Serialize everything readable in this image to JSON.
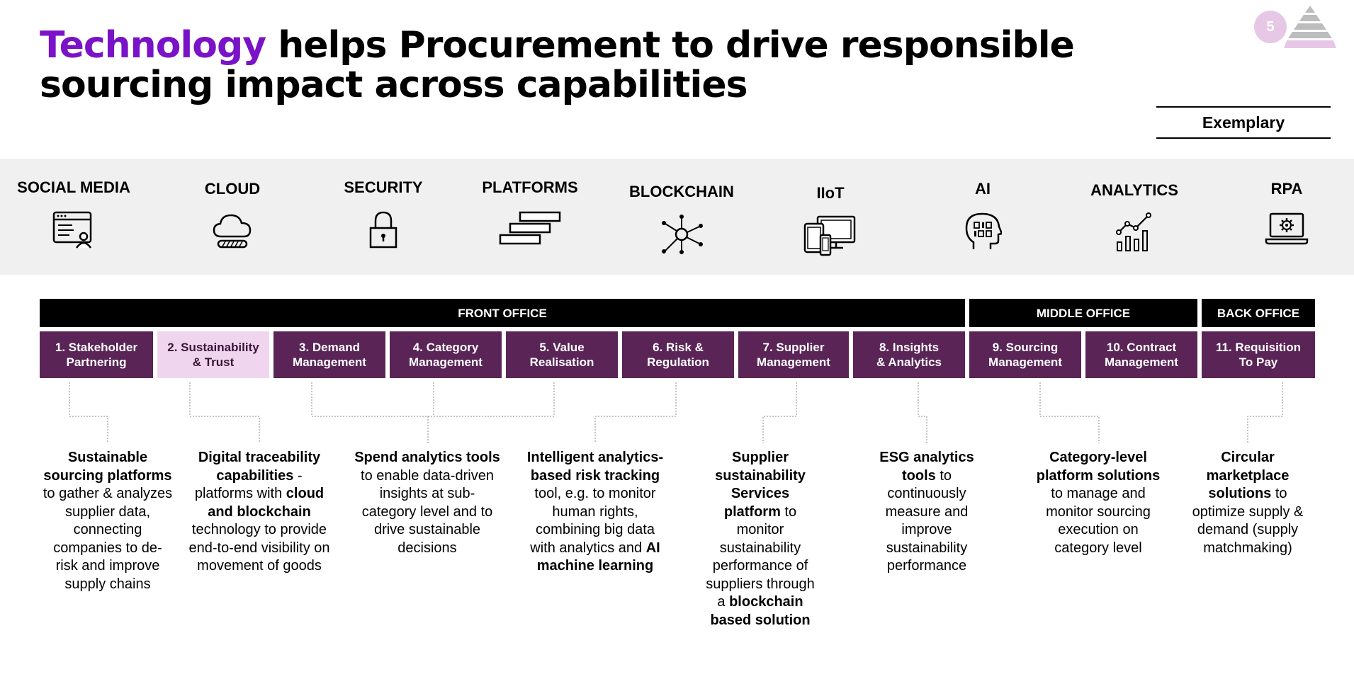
{
  "title": {
    "accent": "Technology",
    "rest": " helps Procurement to drive responsible sourcing impact across capabilities"
  },
  "page_number": "5",
  "exemplary_label": "Exemplary",
  "colors": {
    "accent": "#7a12c8",
    "capability": "#5a2457",
    "capability_highlight": "#efd6ee",
    "office_bar": "#000000",
    "tech_band": "#f0f0f0"
  },
  "technologies": [
    {
      "label": "SOCIAL MEDIA",
      "icon": "social-media-icon"
    },
    {
      "label": "CLOUD",
      "icon": "cloud-icon"
    },
    {
      "label": "SECURITY",
      "icon": "padlock-icon"
    },
    {
      "label": "PLATFORMS",
      "icon": "platforms-icon"
    },
    {
      "label": "BLOCKCHAIN",
      "icon": "blockchain-icon"
    },
    {
      "label": "IIoT",
      "icon": "devices-icon"
    },
    {
      "label": "AI",
      "icon": "ai-head-icon"
    },
    {
      "label": "ANALYTICS",
      "icon": "analytics-chart-icon"
    },
    {
      "label": "RPA",
      "icon": "rpa-laptop-gear-icon"
    }
  ],
  "offices": {
    "front": "FRONT OFFICE",
    "middle": "MIDDLE OFFICE",
    "back": "BACK OFFICE"
  },
  "capabilities": [
    {
      "line1": "1. Stakeholder",
      "line2": "Partnering"
    },
    {
      "line1": "2. Sustainability",
      "line2": "& Trust"
    },
    {
      "line1": "3. Demand",
      "line2": "Management"
    },
    {
      "line1": "4. Category",
      "line2": "Management"
    },
    {
      "line1": "5. Value",
      "line2": "Realisation"
    },
    {
      "line1": "6. Risk &",
      "line2": "Regulation"
    },
    {
      "line1": "7. Supplier",
      "line2": "Management"
    },
    {
      "line1": "8. Insights",
      "line2": "& Analytics"
    },
    {
      "line1": "9. Sourcing",
      "line2": "Management"
    },
    {
      "line1": "10. Contract",
      "line2": "Management"
    },
    {
      "line1": "11. Requisition",
      "line2": "To Pay"
    }
  ],
  "descriptions": {
    "d1": {
      "b1": "Sustainable sourcing platforms",
      "t1": " to gather & analyzes supplier data, connecting companies to de-risk and improve supply chains"
    },
    "d2": {
      "b1": "Digital traceability capabilities",
      "t1": " - platforms with ",
      "b2": "cloud and blockchain",
      "t2": " technology to provide end-to-end visibility on movement of goods"
    },
    "d3": {
      "b1": "Spend analytics tools",
      "t1": " to enable data-driven insights at sub-category level and to drive sustainable decisions"
    },
    "d4": {
      "b1": "Intelligent analytics-based risk tracking",
      "t1": " tool, e.g. to monitor human rights, combining big data with analytics and ",
      "b2": "AI machine learning"
    },
    "d5": {
      "b1": "Supplier sustainability Services platform",
      "t1": " to monitor sustainability performance of suppliers through a ",
      "b2": "blockchain based solution"
    },
    "d6": {
      "b1": "ESG analytics tools",
      "t1": " to continuously measure and improve sustainability performance"
    },
    "d7": {
      "b1": "Category-level platform solutions",
      "t1": " to manage and monitor sourcing execution on category level"
    },
    "d8": {
      "b1": "Circular marketplace solutions",
      "t1": " to optimize supply & demand (supply matchmaking)"
    }
  }
}
